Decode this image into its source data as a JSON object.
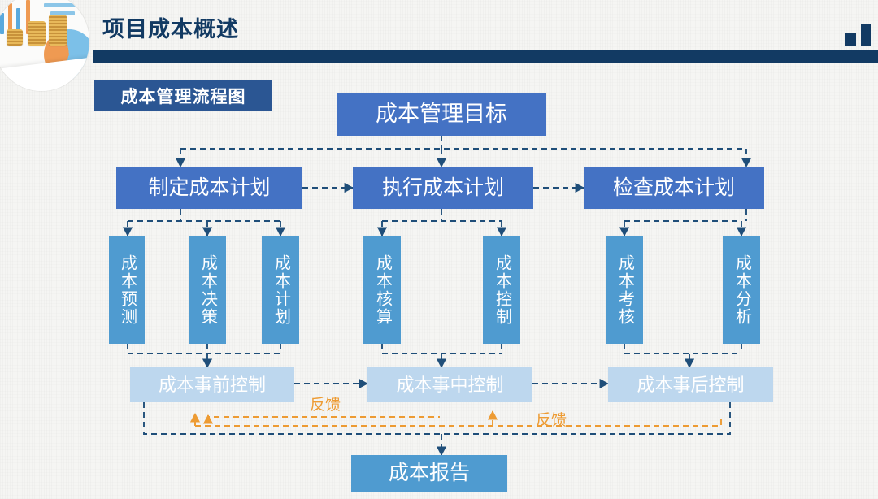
{
  "header": {
    "title": "项目成本概述",
    "photo_alt": "coins-on-financial-charts-photo"
  },
  "section": {
    "tag": "成本管理流程图"
  },
  "colors": {
    "navy": "#123a63",
    "tag_blue": "#2b5693",
    "node_blue": "#4472c4",
    "node_lightblue": "#4f9bd0",
    "node_pale": "#bdd7ee",
    "feedback_orange": "#ed9b33",
    "background": "#f5f5f3"
  },
  "diagram": {
    "root": {
      "label": "成本管理目标"
    },
    "phases": [
      {
        "label": "制定成本计划"
      },
      {
        "label": "执行成本计划"
      },
      {
        "label": "检查成本计划"
      }
    ],
    "activities": [
      {
        "label": "成本预测",
        "phase": "制定成本计划"
      },
      {
        "label": "成本决策",
        "phase": "制定成本计划"
      },
      {
        "label": "成本计划",
        "phase": "制定成本计划"
      },
      {
        "label": "成本核算",
        "phase": "执行成本计划"
      },
      {
        "label": "成本控制",
        "phase": "执行成本计划"
      },
      {
        "label": "成本考核",
        "phase": "检查成本计划"
      },
      {
        "label": "成本分析",
        "phase": "检查成本计划"
      }
    ],
    "controls": [
      {
        "label": "成本事前控制"
      },
      {
        "label": "成本事中控制"
      },
      {
        "label": "成本事后控制"
      }
    ],
    "feedback_labels": [
      "反馈",
      "反馈"
    ],
    "output": {
      "label": "成本报告"
    }
  }
}
